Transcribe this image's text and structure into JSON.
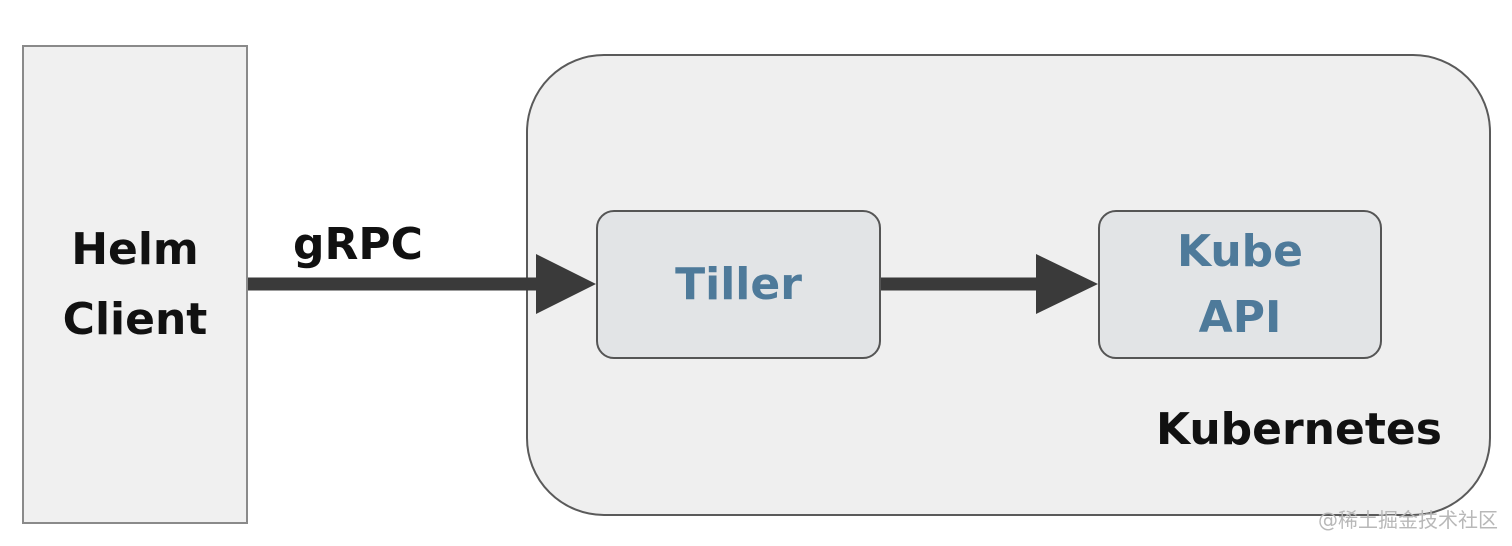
{
  "client": {
    "line1": "Helm",
    "line2": "Client"
  },
  "connection": {
    "protocol": "gRPC"
  },
  "cluster": {
    "label": "Kubernetes"
  },
  "nodes": {
    "tiller": "Tiller",
    "kube_line1": "Kube",
    "kube_line2": "API"
  },
  "watermark": "@稀土掘金技术社区",
  "colors": {
    "arrow": "#3a3a3a",
    "node_text": "#4e7a9a",
    "node_fill": "#e2e4e6",
    "panel_fill": "#efefef"
  }
}
